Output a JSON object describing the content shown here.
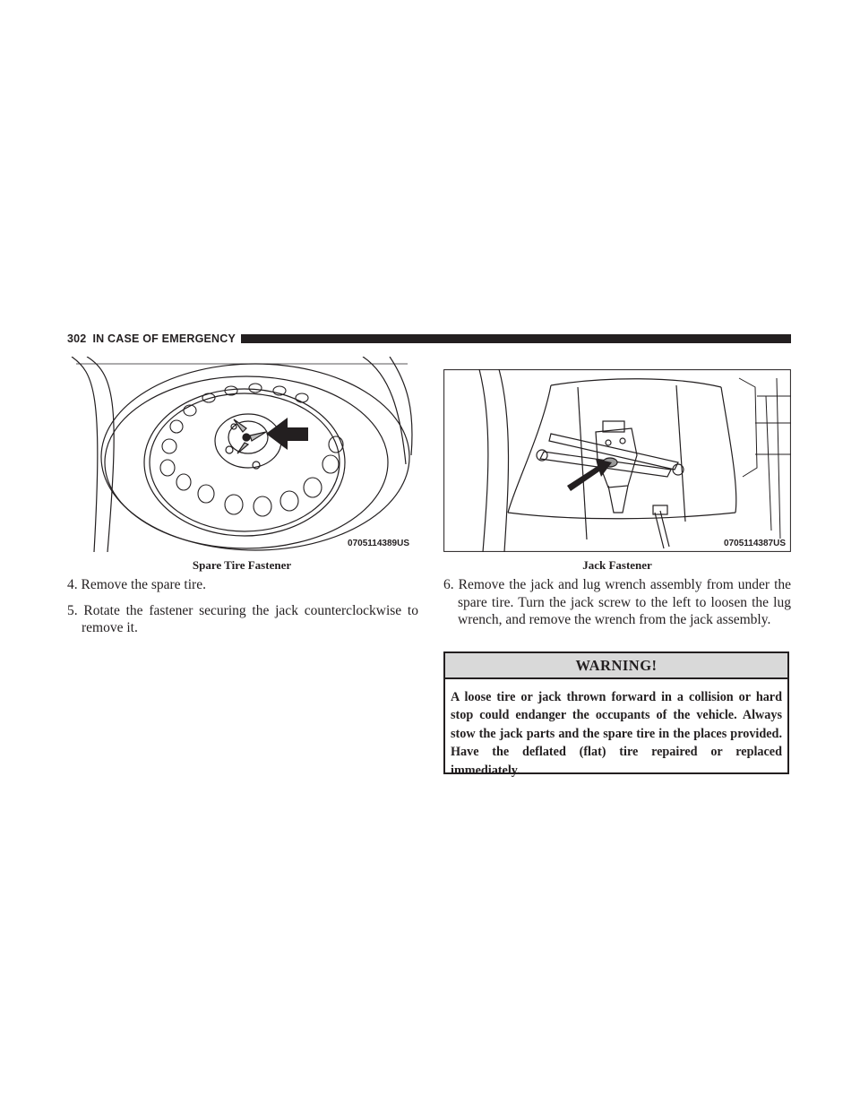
{
  "header": {
    "page_number": "302",
    "section_title": "IN CASE OF EMERGENCY"
  },
  "figures": [
    {
      "code": "0705114389US",
      "caption": "Spare Tire Fastener"
    },
    {
      "code": "0705114387US",
      "caption": "Jack Fastener"
    }
  ],
  "steps": [
    {
      "text": "4. Remove the spare tire."
    },
    {
      "text": "5. Rotate the fastener securing the jack counterclockwise to remove it."
    },
    {
      "text": "6. Remove the jack and lug wrench assembly from under the spare tire. Turn the jack screw to the left to loosen the lug wrench, and remove the wrench from the jack assembly."
    }
  ],
  "warning": {
    "title": "WARNING!",
    "body": "A loose tire or jack thrown forward in a collision or hard stop could endanger the occupants of the vehicle. Always stow the jack parts and the spare tire in the places provided. Have the deflated (flat) tire repaired or replaced immediately."
  }
}
